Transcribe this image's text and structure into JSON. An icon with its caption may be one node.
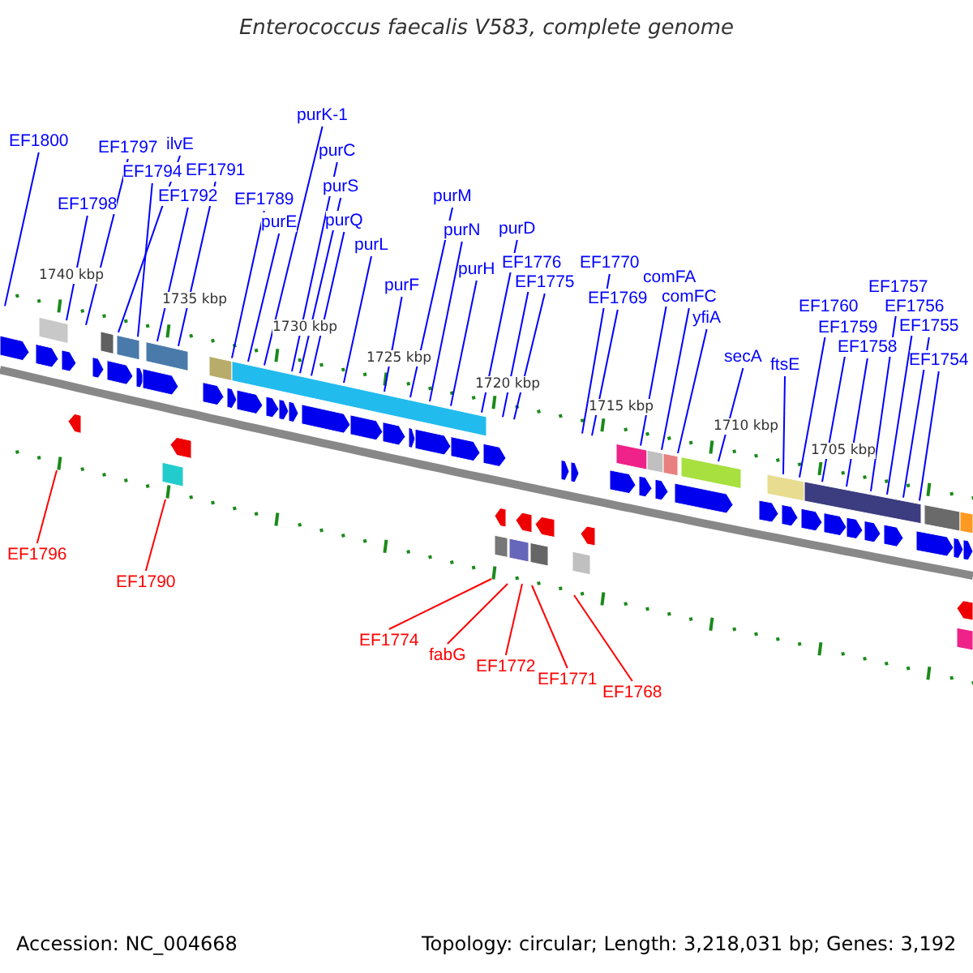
{
  "diagram": {
    "title": "Enterococcus faecalis V583, complete genome",
    "nodes": [
      {
        "text": [
          "EF1800"
        ]
      },
      {
        "text": [
          "EF1798"
        ]
      },
      {
        "text": [
          "EF1797"
        ]
      },
      {
        "text": [
          "ilvE"
        ]
      },
      {
        "text": [
          "EF1794"
        ]
      },
      {
        "text": [
          "EF1792"
        ]
      },
      {
        "text": [
          "EF1791"
        ]
      },
      {
        "text": [
          "EF1789"
        ]
      },
      {
        "text": [
          "purE"
        ]
      },
      {
        "text": [
          "purK-1"
        ]
      },
      {
        "text": [
          "purC"
        ]
      },
      {
        "text": [
          "purS"
        ]
      },
      {
        "text": [
          "purQ"
        ]
      },
      {
        "text": [
          "purL"
        ]
      },
      {
        "text": [
          "purF"
        ]
      },
      {
        "text": [
          "purM"
        ]
      },
      {
        "text": [
          "purN"
        ]
      },
      {
        "text": [
          "purH"
        ]
      },
      {
        "text": [
          "purD"
        ]
      },
      {
        "text": [
          "EF1776"
        ]
      },
      {
        "text": [
          "EF1775"
        ]
      },
      {
        "text": [
          "EF1770"
        ]
      },
      {
        "text": [
          "EF1769"
        ]
      },
      {
        "text": [
          "comFA"
        ]
      },
      {
        "text": [
          "comFC"
        ]
      },
      {
        "text": [
          "yfiA"
        ]
      },
      {
        "text": [
          "secA"
        ]
      },
      {
        "text": [
          "ftsE"
        ]
      },
      {
        "text": [
          "EF1760"
        ]
      },
      {
        "text": [
          "EF1759"
        ]
      },
      {
        "text": [
          "EF1758"
        ]
      },
      {
        "text": [
          "EF1757"
        ]
      },
      {
        "text": [
          "EF1756"
        ]
      },
      {
        "text": [
          "EF1755"
        ]
      },
      {
        "text": [
          "EF1754"
        ]
      },
      {
        "text": [
          "EF1796"
        ]
      },
      {
        "text": [
          "EF1790"
        ]
      },
      {
        "text": [
          "EF1774"
        ]
      },
      {
        "text": [
          "fabG"
        ]
      },
      {
        "text": [
          "EF1772"
        ]
      },
      {
        "text": [
          "EF1771"
        ]
      },
      {
        "text": [
          "EF1768"
        ]
      }
    ],
    "edges": [
      {
        "from": 0,
        "to": null,
        "arrow": "none"
      },
      {
        "from": 1,
        "to": null,
        "arrow": "none"
      },
      {
        "from": 2,
        "to": null,
        "arrow": "none"
      },
      {
        "from": 3,
        "to": null,
        "arrow": "none"
      },
      {
        "from": 4,
        "to": null,
        "arrow": "none"
      },
      {
        "from": 5,
        "to": null,
        "arrow": "none"
      },
      {
        "from": 6,
        "to": null,
        "arrow": "none"
      },
      {
        "from": 7,
        "to": null,
        "arrow": "none"
      },
      {
        "from": 8,
        "to": null,
        "arrow": "none"
      },
      {
        "from": 9,
        "to": null,
        "arrow": "none"
      },
      {
        "from": 10,
        "to": null,
        "arrow": "none"
      },
      {
        "from": 11,
        "to": null,
        "arrow": "none"
      },
      {
        "from": 12,
        "to": null,
        "arrow": "none"
      },
      {
        "from": 13,
        "to": null,
        "arrow": "none"
      },
      {
        "from": 14,
        "to": null,
        "arrow": "none"
      },
      {
        "from": 15,
        "to": null,
        "arrow": "none"
      },
      {
        "from": 16,
        "to": null,
        "arrow": "none"
      },
      {
        "from": 17,
        "to": null,
        "arrow": "none"
      },
      {
        "from": 18,
        "to": null,
        "arrow": "none"
      },
      {
        "from": 19,
        "to": null,
        "arrow": "none"
      },
      {
        "from": 20,
        "to": null,
        "arrow": "none"
      },
      {
        "from": 21,
        "to": null,
        "arrow": "none"
      },
      {
        "from": 22,
        "to": null,
        "arrow": "none"
      },
      {
        "from": 23,
        "to": null,
        "arrow": "none"
      },
      {
        "from": 24,
        "to": null,
        "arrow": "none"
      },
      {
        "from": 25,
        "to": null,
        "arrow": "none"
      },
      {
        "from": 26,
        "to": null,
        "arrow": "none"
      },
      {
        "from": 27,
        "to": null,
        "arrow": "none"
      },
      {
        "from": 28,
        "to": null,
        "arrow": "none"
      },
      {
        "from": 29,
        "to": null,
        "arrow": "none"
      },
      {
        "from": 30,
        "to": null,
        "arrow": "none"
      },
      {
        "from": 31,
        "to": null,
        "arrow": "none"
      },
      {
        "from": 32,
        "to": null,
        "arrow": "none"
      },
      {
        "from": 33,
        "to": null,
        "arrow": "none"
      },
      {
        "from": 34,
        "to": null,
        "arrow": "none"
      },
      {
        "from": 35,
        "to": null,
        "arrow": "none",
        "color": "#ff0000"
      },
      {
        "from": 36,
        "to": null,
        "arrow": "none",
        "color": "#ff0000"
      },
      {
        "from": 37,
        "to": null,
        "arrow": "none",
        "color": "#ff0000"
      },
      {
        "from": 38,
        "to": null,
        "arrow": "none",
        "color": "#ff0000"
      },
      {
        "from": 39,
        "to": null,
        "arrow": "none",
        "color": "#ff0000"
      },
      {
        "from": 40,
        "to": null,
        "arrow": "none",
        "color": "#ff0000"
      },
      {
        "from": 41,
        "to": null,
        "arrow": "none",
        "color": "#ff0000"
      }
    ],
    "labels": [
      "1740 kbp",
      "1735 kbp",
      "1730 kbp",
      "1725 kbp",
      "1720 kbp",
      "1715 kbp",
      "1710 kbp",
      "1705 kbp",
      "Accession: NC_004668",
      "Topology: circular; Length: 3,218,031 bp; Genes: 3,192"
    ]
  }
}
